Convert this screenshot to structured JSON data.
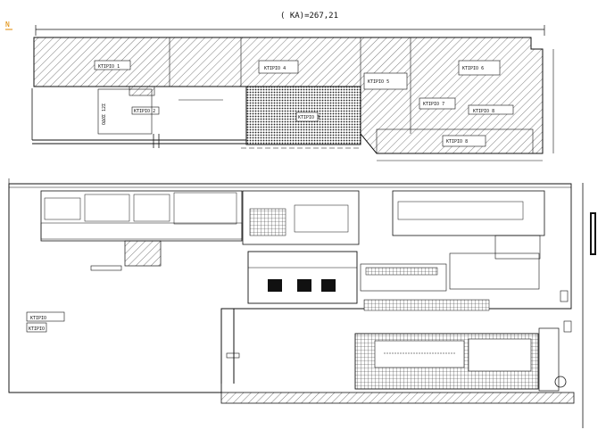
{
  "title_label": "( KA)=267,21",
  "north_marker": "N",
  "labels": {
    "road_left": "ΟΔΟΣ 12Σ",
    "hatched_box_a": "ΚΤΙΡΙΟ 1",
    "small_box_b": "ΚΤΙΡΙΟ 2",
    "dotted_box": "ΚΤΙΡΙΟ 3",
    "middle_box": "ΚΤΙΡΙΟ 4",
    "right_box_top": "ΚΤΙΡΙΟ 5",
    "right_box_mid": "ΚΤΙΡΙΟ 6",
    "right_box_low": "ΚΤΙΡΙΟ 7",
    "right_box_bottom": "ΚΤΙΡΙΟ 8",
    "bottom_left_box1": "ΚΤΙΡΙΟ",
    "bottom_left_box2": "ΚΤΙΡΙΟ"
  },
  "colors": {
    "line": "#111111",
    "hatch": "#333333",
    "dot": "#222222",
    "accent": "#e08a00"
  }
}
